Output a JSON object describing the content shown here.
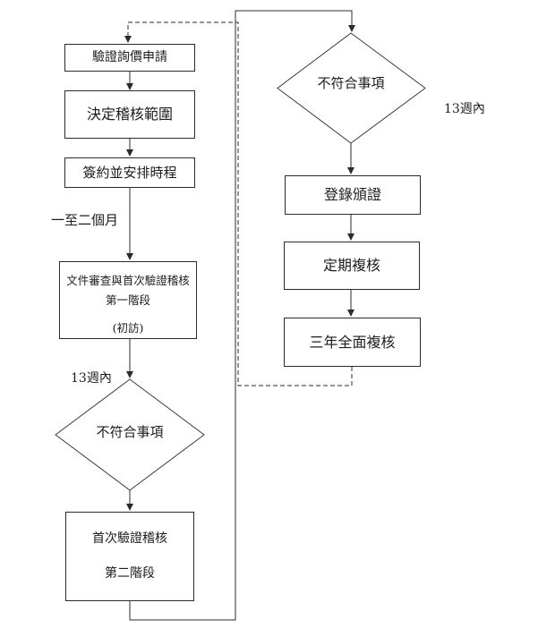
{
  "diagram": {
    "title_semantics": "certification-audit-process-flowchart",
    "colors": {
      "line": "#2b2b2b",
      "background": "#ffffff",
      "text": "#1c1c1c"
    },
    "nodes": {
      "inquiry": {
        "label": "驗證詢價申請"
      },
      "scope": {
        "label": "決定稽核範圍"
      },
      "contract": {
        "label": "簽約並安排時程"
      },
      "stage1": {
        "line1": "文件審查與首次驗證稽核",
        "line2": "第一階段",
        "line3": "(初訪)"
      },
      "nc_left": {
        "label": "不符合事項"
      },
      "stage2": {
        "line1": "首次驗證稽核",
        "line2": "第二階段"
      },
      "nc_right": {
        "label": "不符合事項"
      },
      "certify": {
        "label": "登錄頒證"
      },
      "periodic": {
        "label": "定期複核"
      },
      "triennial": {
        "label": "三年全面複核"
      }
    },
    "annotations": {
      "one_to_two_months": "一至二個月",
      "thirteen_weeks_left": "13週內",
      "thirteen_weeks_right": "13週內"
    },
    "edges": [
      {
        "from": "inquiry",
        "to": "scope",
        "style": "solid"
      },
      {
        "from": "scope",
        "to": "contract",
        "style": "solid"
      },
      {
        "from": "contract",
        "to": "stage1",
        "style": "solid"
      },
      {
        "from": "stage1",
        "to": "nc_left",
        "style": "solid"
      },
      {
        "from": "nc_left",
        "to": "stage2",
        "style": "solid"
      },
      {
        "from": "stage2",
        "to": "nc_right",
        "style": "solid"
      },
      {
        "from": "nc_right",
        "to": "certify",
        "style": "solid"
      },
      {
        "from": "certify",
        "to": "periodic",
        "style": "solid"
      },
      {
        "from": "periodic",
        "to": "triennial",
        "style": "solid"
      },
      {
        "from": "triennial",
        "to": "inquiry",
        "style": "dashed"
      }
    ]
  }
}
